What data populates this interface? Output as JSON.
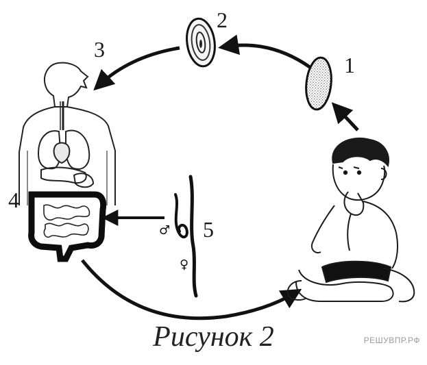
{
  "labels": {
    "stage1": "1",
    "stage2": "2",
    "stage3": "3",
    "stage4": "4",
    "stage5": "5"
  },
  "symbols": {
    "male": "♂",
    "female": "♀"
  },
  "caption": "Рисунок 2",
  "watermark": "РЕШУВПР.РФ"
}
